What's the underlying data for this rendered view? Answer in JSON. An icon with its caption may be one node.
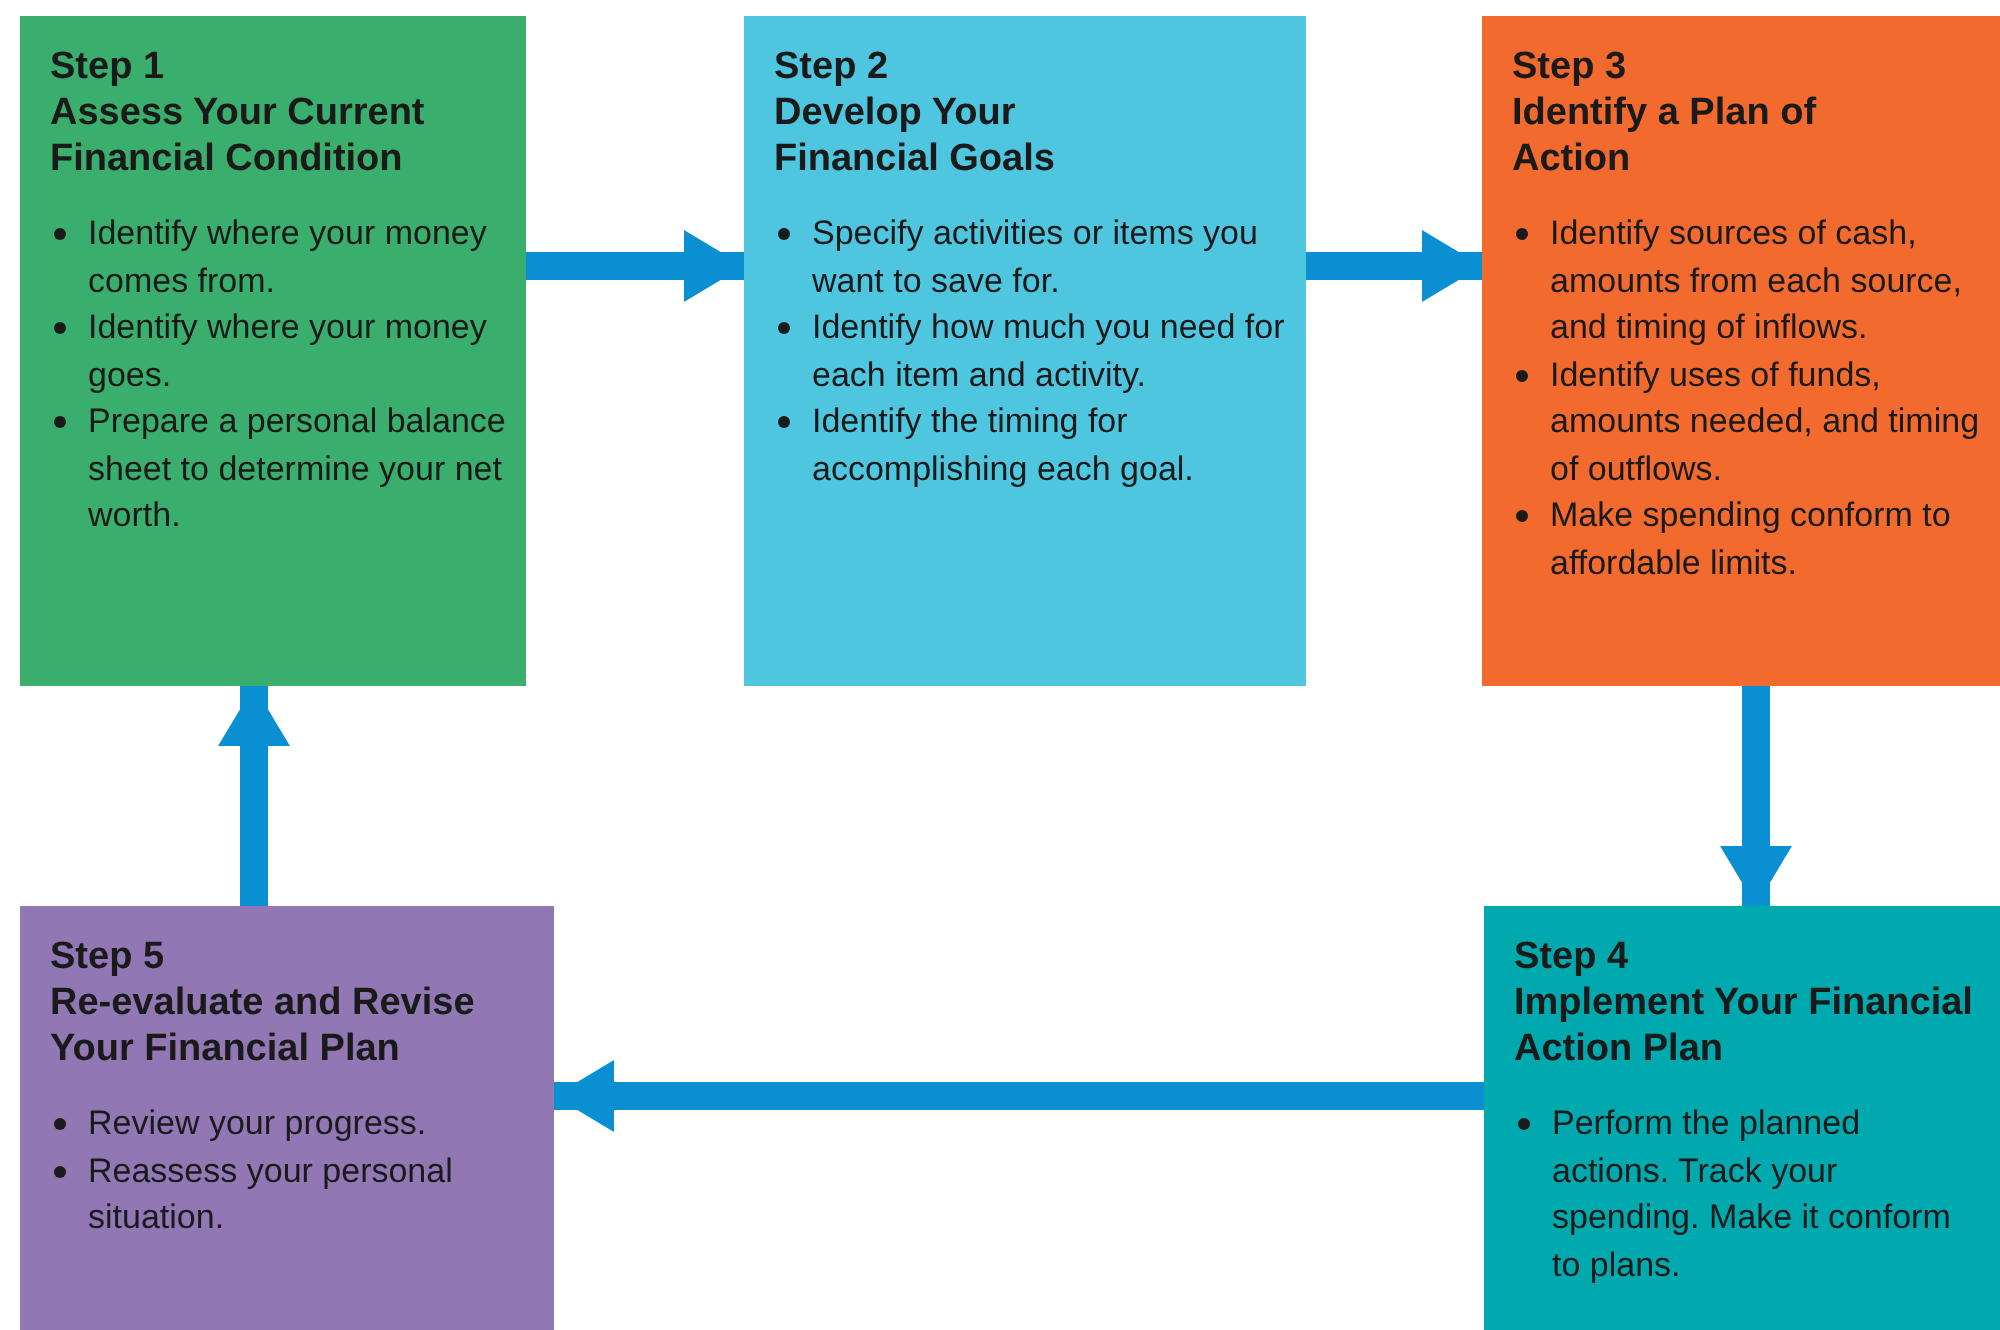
{
  "diagram": {
    "nodes": [
      {
        "text": [
          "Step 1",
          "Assess Your Current Financial Condition",
          "Identify where your money comes from.",
          "Identify where your money goes.",
          "Prepare a personal balance sheet to determine your net worth."
        ]
      },
      {
        "text": [
          "Step 2",
          "Develop Your Financial Goals",
          "Specify activities or items you want to save for.",
          "Identify how much you need for each item and activity.",
          "Identify the timing for accomplishing each goal."
        ]
      },
      {
        "text": [
          "Step 3",
          "Identify a Plan of Action",
          "Identify sources of cash, amounts from each source, and timing of inflows.",
          "Identify uses of funds, amounts needed, and timing of outflows.",
          "Make spending conform to affordable limits."
        ]
      },
      {
        "text": [
          "Step 4",
          "Implement Your Financial Action Plan",
          "Perform the planned actions. Track your spending. Make it conform to plans."
        ]
      },
      {
        "text": [
          "Step 5",
          "Re-evaluate and Revise Your Financial Plan",
          "Review your progress.",
          "Reassess your personal situation."
        ]
      }
    ],
    "edges": [
      {
        "from": 0,
        "to": 1,
        "arrow": "to"
      },
      {
        "from": 1,
        "to": 2,
        "arrow": "to"
      },
      {
        "from": 2,
        "to": 3,
        "arrow": "to"
      },
      {
        "from": 3,
        "to": 4,
        "arrow": "to"
      },
      {
        "from": 4,
        "to": 0,
        "arrow": "to"
      }
    ]
  }
}
